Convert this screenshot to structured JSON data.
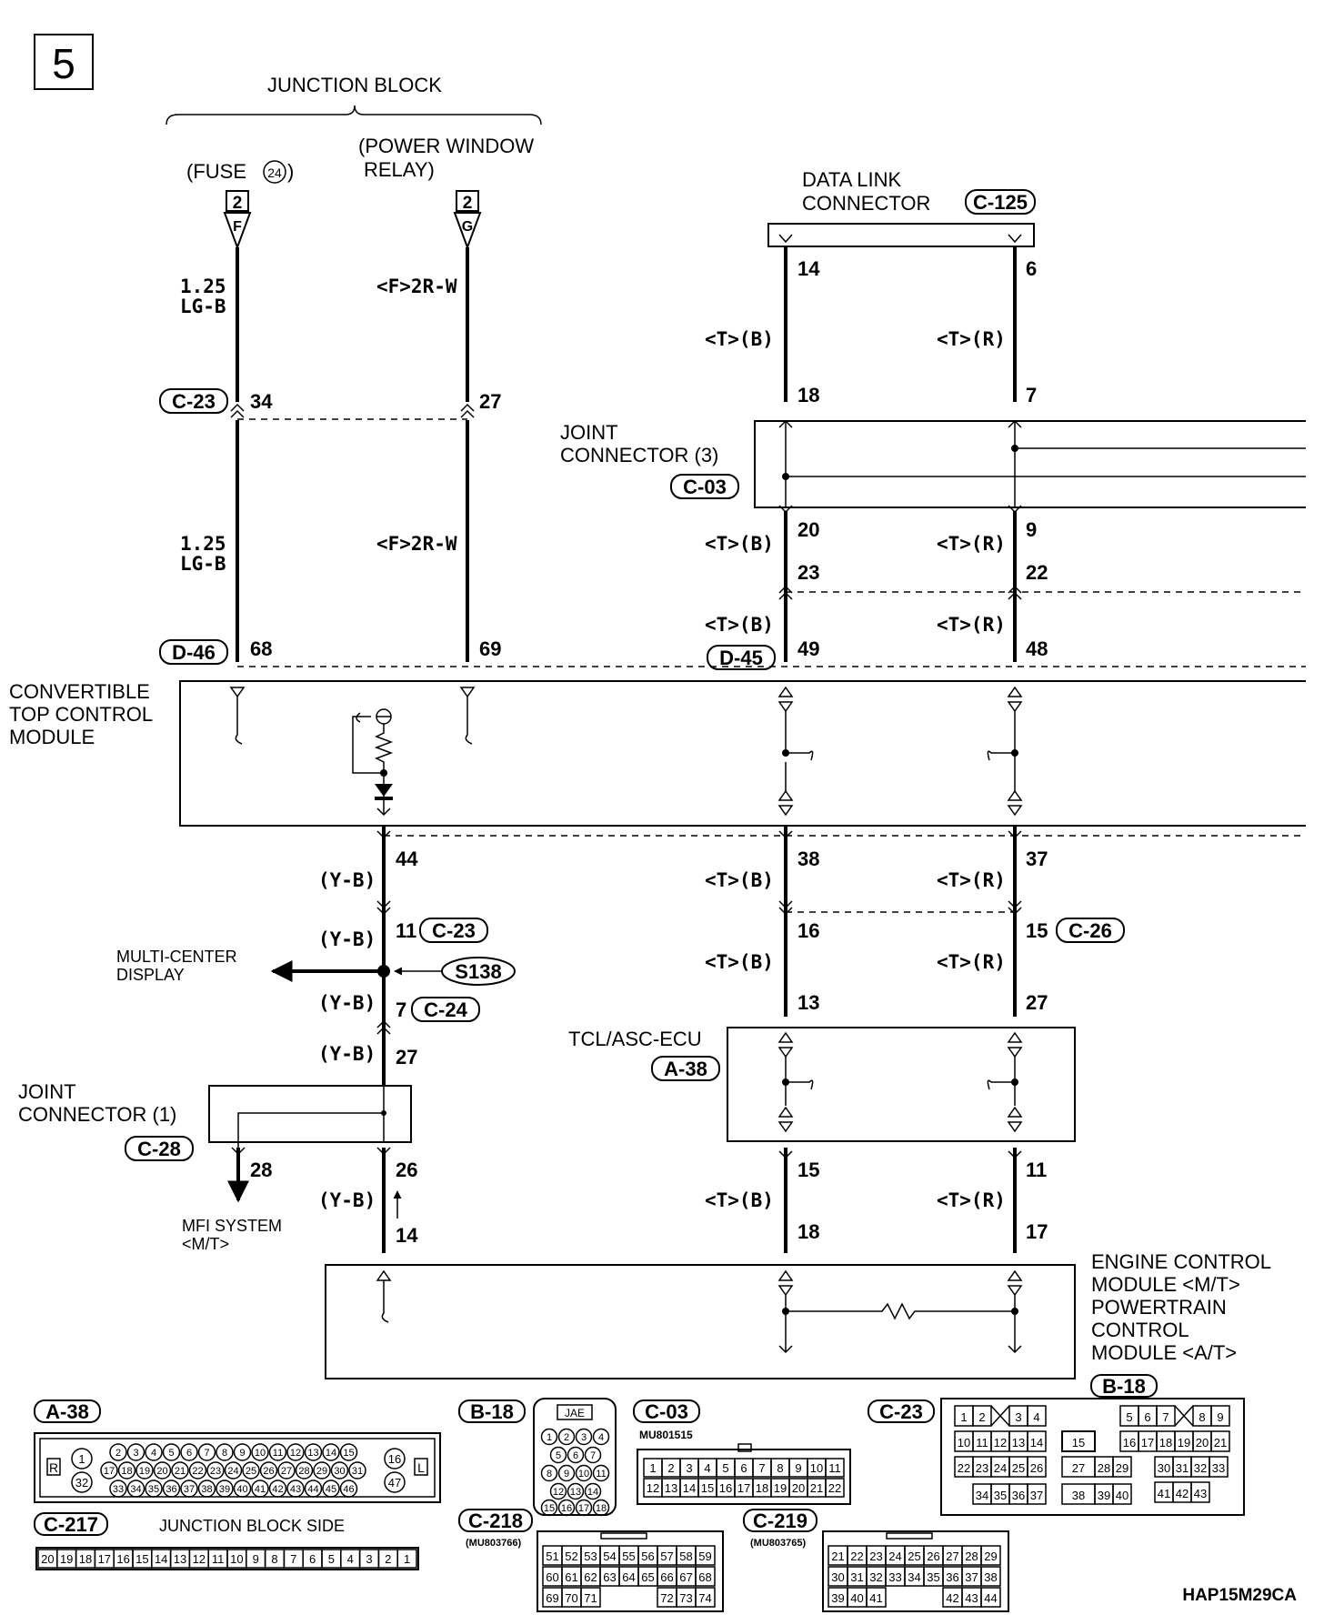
{
  "page_number": "5",
  "figure_id": "HAP15M29CA",
  "junction_block": {
    "title": "JUNCTION BLOCK",
    "fuse_label": "(FUSE",
    "fuse_number": "24",
    "fuse_close": ")",
    "pw_relay_line1": "(POWER WINDOW",
    "pw_relay_line2": "RELAY)",
    "terminal_f_num": "2",
    "terminal_f_letter": "F",
    "terminal_g_num": "2",
    "terminal_g_letter": "G"
  },
  "data_link": {
    "line1": "DATA LINK",
    "line2": "CONNECTOR",
    "connector": "C-125",
    "pin_left": "14",
    "pin_right": "6"
  },
  "wire_codes": {
    "lgb_gauge": "1.25",
    "lgb_color": "LG-B",
    "f_2rw": "<F>2R-W",
    "tb": "<T>(B)",
    "tr": "<T>(R)",
    "yb": "(Y-B)"
  },
  "connectors": {
    "c23": "C-23",
    "d46": "D-46",
    "d45": "D-45",
    "c03": "C-03",
    "c26": "C-26",
    "c24": "C-24",
    "c28": "C-28",
    "a38": "A-38",
    "s138": "S138"
  },
  "pins": {
    "c23_34": "34",
    "c23_27": "27",
    "d46_68": "68",
    "d46_69": "69",
    "l_18": "18",
    "r_7": "7",
    "l_20": "20",
    "r_9": "9",
    "l_23": "23",
    "r_22": "22",
    "l_49": "49",
    "r_48": "48",
    "p44": "44",
    "l_38": "38",
    "r_37": "37",
    "p11": "11",
    "l_16": "16",
    "r_15": "15",
    "p7": "7",
    "l_13": "13",
    "r_27": "27",
    "p27": "27",
    "p28": "28",
    "p26": "26",
    "l_15": "15",
    "r_11": "11",
    "p14": "14",
    "l_18b": "18",
    "r_17": "17"
  },
  "components": {
    "joint3_line1": "JOINT",
    "joint3_line2": "CONNECTOR (3)",
    "ctcm_line1": "CONVERTIBLE",
    "ctcm_line2": "TOP CONTROL",
    "ctcm_line3": "MODULE",
    "mcd_line1": "MULTI-CENTER",
    "mcd_line2": "DISPLAY",
    "tcl": "TCL/ASC-ECU",
    "joint1_line1": "JOINT",
    "joint1_line2": "CONNECTOR (1)",
    "mfi_line1": "MFI SYSTEM",
    "mfi_line2": "<M/T>",
    "ecm_line1": "ENGINE CONTROL",
    "ecm_line2": "MODULE <M/T>",
    "ecm_line3": "POWERTRAIN",
    "ecm_line4": "CONTROL",
    "ecm_line5": "MODULE <A/T>"
  },
  "connector_views": {
    "a38": {
      "label": "A-38",
      "left_tag": "R",
      "right_tag": "L",
      "pin_a": "1",
      "pin_b": "32",
      "pin_c": "16",
      "pin_d": "47",
      "row1": [
        "2",
        "3",
        "4",
        "5",
        "6",
        "7",
        "8",
        "9",
        "10",
        "11",
        "12",
        "13",
        "14",
        "15"
      ],
      "row2": [
        "17",
        "18",
        "19",
        "20",
        "21",
        "22",
        "23",
        "24",
        "25",
        "26",
        "27",
        "28",
        "29",
        "30",
        "31"
      ],
      "row3": [
        "33",
        "34",
        "35",
        "36",
        "37",
        "38",
        "39",
        "40",
        "41",
        "42",
        "43",
        "44",
        "45",
        "46"
      ]
    },
    "c217": {
      "label": "C-217",
      "caption": "JUNCTION BLOCK SIDE",
      "cells": [
        "20",
        "19",
        "18",
        "17",
        "16",
        "15",
        "14",
        "13",
        "12",
        "11",
        "10",
        "9",
        "8",
        "7",
        "6",
        "5",
        "4",
        "3",
        "2",
        "1"
      ]
    },
    "b18": {
      "label": "B-18",
      "maker": "JAE",
      "rows": [
        [
          "1",
          "2",
          "3",
          "4"
        ],
        [
          "5",
          "6",
          "7"
        ],
        [
          "8",
          "9",
          "10",
          "11"
        ],
        [
          "12",
          "13",
          "14"
        ],
        [
          "15",
          "16",
          "17",
          "18"
        ]
      ]
    },
    "c03": {
      "label": "C-03",
      "part": "MU801515",
      "row1": [
        "1",
        "2",
        "3",
        "4",
        "5",
        "6",
        "7",
        "8",
        "9",
        "10",
        "11"
      ],
      "row2": [
        "12",
        "13",
        "14",
        "15",
        "16",
        "17",
        "18",
        "19",
        "20",
        "21",
        "22"
      ]
    },
    "c23v": {
      "label": "C-23",
      "row1": [
        "1",
        "2",
        "",
        "3",
        "4"
      ],
      "row1r": [
        "5",
        "6",
        "7",
        "",
        "8",
        "9"
      ],
      "row2": [
        "10",
        "11",
        "12",
        "13",
        "14"
      ],
      "row2m": "15",
      "row2r": [
        "16",
        "17",
        "18",
        "19",
        "20",
        "21"
      ],
      "row3": [
        "22",
        "23",
        "24",
        "25",
        "26"
      ],
      "row3m": [
        "27",
        "28",
        "29"
      ],
      "row3r": [
        "30",
        "31",
        "32",
        "33"
      ],
      "row4": [
        "34",
        "35",
        "36",
        "37"
      ],
      "row4m": [
        "38",
        "39",
        "40"
      ],
      "row4r": [
        "41",
        "42",
        "43"
      ]
    },
    "b18b": {
      "label": "B-18"
    },
    "c218": {
      "label": "C-218",
      "part": "(MU803766)",
      "row1": [
        "51",
        "52",
        "53",
        "54",
        "55",
        "56",
        "57",
        "58",
        "59"
      ],
      "row2": [
        "60",
        "61",
        "62",
        "63",
        "64",
        "65",
        "66",
        "67",
        "68"
      ],
      "row3": [
        "69",
        "70",
        "71",
        "",
        "",
        "",
        "72",
        "73",
        "74"
      ]
    },
    "c219": {
      "label": "C-219",
      "part": "(MU803765)",
      "row1": [
        "21",
        "22",
        "23",
        "24",
        "25",
        "26",
        "27",
        "28",
        "29"
      ],
      "row2": [
        "30",
        "31",
        "32",
        "33",
        "34",
        "35",
        "36",
        "37",
        "38"
      ],
      "row3": [
        "39",
        "40",
        "41",
        "",
        "",
        "",
        "42",
        "43",
        "44"
      ]
    }
  }
}
